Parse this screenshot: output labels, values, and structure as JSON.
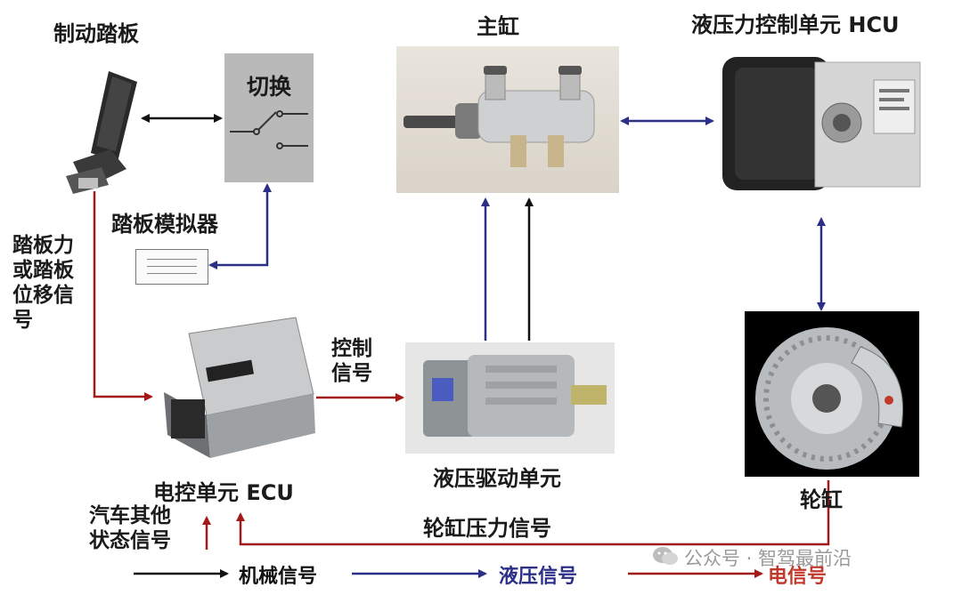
{
  "labels": {
    "brake_pedal": "制动踏板",
    "switch": "切换",
    "pedal_simulator": "踏板模拟器",
    "pedal_force": "踏板力\n或踏板\n位移信\n号",
    "master_cylinder": "主缸",
    "hcu": "液压力控制单元 HCU",
    "control_signal": "控制\n信号",
    "ecu": "电控单元 ECU",
    "hydraulic_drive": "液压驱动单元",
    "wheel_cylinder": "轮缸",
    "other_signals": "汽车其他\n状态信号",
    "wheel_pressure_signal": "轮缸压力信号"
  },
  "legend": {
    "mechanical": "机械信号",
    "hydraulic": "液压信号",
    "electrical": "电信号"
  },
  "watermark": "公众号 · 智驾最前沿",
  "colors": {
    "mechanical": "#111111",
    "hydraulic": "#2b2f86",
    "electrical": "#a31818",
    "electrical_label": "#c0392b",
    "hydraulic_label": "#2b2f86"
  }
}
